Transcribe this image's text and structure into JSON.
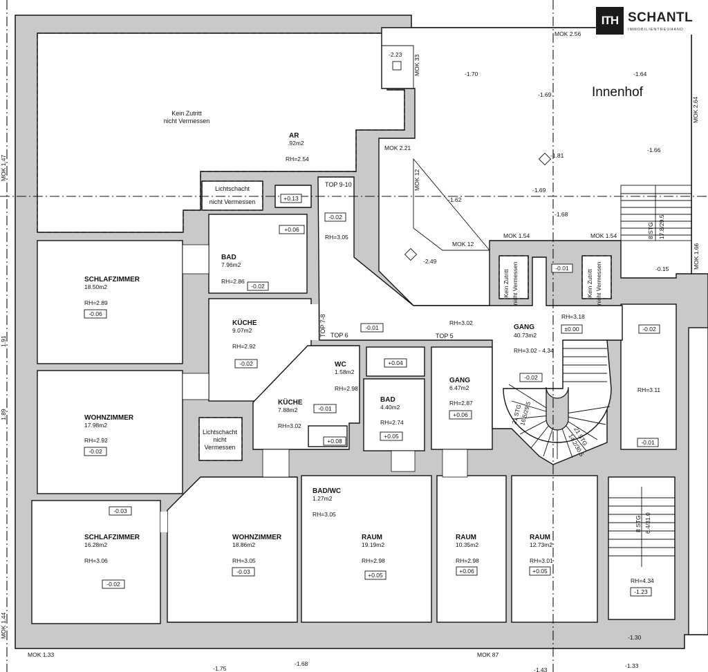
{
  "brand": {
    "mark": "ITH",
    "name": "SCHANTL",
    "tagline": "IMMOBILIENTREUHAND"
  },
  "courtyard": {
    "label": "Innenhof"
  },
  "rooms": [
    {
      "id": "schlafzimmer-1",
      "name": "SCHLAFZIMMER",
      "area": "18.50m2",
      "rh": "RH=2.89",
      "level": "-0.06"
    },
    {
      "id": "wohnzimmer-1",
      "name": "WOHNZIMMER",
      "area": "17.98m2",
      "rh": "RH=2.92",
      "level": "-0.02"
    },
    {
      "id": "schlafzimmer-2",
      "name": "SCHLAFZIMMER",
      "area": "16.28m2",
      "rh": "RH=3.06",
      "level": "-0.02"
    },
    {
      "id": "wohnzimmer-2",
      "name": "WOHNZIMMER",
      "area": "18.86m2",
      "rh": "RH=3.05",
      "level": "-0.03"
    },
    {
      "id": "bad-1",
      "name": "BAD",
      "area": "7.96m2",
      "rh": "RH=2.86",
      "level": "-0.02"
    },
    {
      "id": "kueche-1",
      "name": "KÜCHE",
      "area": "9.07m2",
      "rh": "RH=2.92",
      "level": "-0.02"
    },
    {
      "id": "kueche-2",
      "name": "KÜCHE",
      "area": "7.88m2",
      "rh": "RH=3.02",
      "level": "-0.01"
    },
    {
      "id": "wc",
      "name": "WC",
      "area": "1.58m2",
      "rh": "RH=2.98",
      "level": "+0.04"
    },
    {
      "id": "bad-2",
      "name": "BAD",
      "area": "4.40m2",
      "rh": "RH=2.74",
      "level": "+0.05"
    },
    {
      "id": "gang-small",
      "name": "GANG",
      "area": "6.47m2",
      "rh": "RH=2.87",
      "level": "+0.06"
    },
    {
      "id": "gang-main",
      "name": "GANG",
      "area": "40.73m2",
      "rh": "RH=3.02 - 4.34",
      "level": "-0.02"
    },
    {
      "id": "badwc",
      "name": "BAD/WC",
      "area": "1.27m2",
      "rh": "RH=3.05",
      "level": "+0.08"
    },
    {
      "id": "raum-1",
      "name": "RAUM",
      "area": "19.19m2",
      "rh": "RH=2.98",
      "level": "+0.05"
    },
    {
      "id": "raum-2",
      "name": "RAUM",
      "area": "10.35m2",
      "rh": "RH=2.98",
      "level": "+0.06"
    },
    {
      "id": "raum-3",
      "name": "RAUM",
      "area": "12.73m2",
      "rh": "RH=3.01",
      "level": "+0.05"
    },
    {
      "id": "ar",
      "name": "AR",
      "area": ".92m2",
      "rh": "RH=2.54",
      "level": "+0.13"
    }
  ],
  "notes": {
    "kein_zutritt": "Kein Zutritt",
    "nicht_vermessen": "nicht Vermessen",
    "lichtschacht": "Lichtschacht",
    "nicht": "nicht",
    "vermessen": "Vermessen"
  },
  "tops": {
    "top910": "TOP 9-10",
    "top78": "TOP 7-8",
    "top6": "TOP 6",
    "top5": "TOP 5"
  },
  "rh_labels": {
    "rh305": "RH=3.05",
    "rh302": "RH=3.02",
    "rh318": "RH=3.18",
    "rh311": "RH=3.11",
    "rh434": "RH=4.34"
  },
  "levels": {
    "l002a": "-0.02",
    "l006": "+0.06",
    "l001a": "-0.01",
    "l001b": "-0.01",
    "l000": "±0.00",
    "l002b": "-0.02",
    "l001c": "-0.01",
    "l123": "-1.23",
    "l003": "-0.03"
  },
  "moks": {
    "m256": "MOK 2.56",
    "m264": "MOK 2.64",
    "m33": "MOK 33",
    "m221": "MOK 2.21",
    "m12a": "MOK 12",
    "m12b": "MOK 12",
    "m154a": "MOK 1.54",
    "m154b": "MOK 1.54",
    "m166": "MOK 1.66",
    "m147": "MOK 1.47",
    "m191": "1.91",
    "m189": "1.89",
    "m144": "MOK 1.44",
    "m133": "MOK 1.33",
    "m87": "MOK 87"
  },
  "spots": {
    "s223": "-2.23",
    "s170": "-1.70",
    "s164": "-1.64",
    "s169a": "-1.69",
    "s181": "-1.81",
    "s166": "-1.66",
    "s169b": "-1.69",
    "s162": "-1.62",
    "s168": "-1.68",
    "s249": "-2.49",
    "s015": "-0.15",
    "s130": "-1.30",
    "s175": "-1.75",
    "s168b": "-1.68",
    "s143": "-1.43",
    "s133": "-1.33"
  },
  "stairs": {
    "s1a": "8 STG",
    "s1b": "17.8/29.5",
    "s2a": "21 STG",
    "s2b": "16.5/29.5",
    "s3a": "21 STG",
    "s3b": "14.2/30.5",
    "s4a": "8 STG",
    "s4b": "6.4/31.0"
  }
}
